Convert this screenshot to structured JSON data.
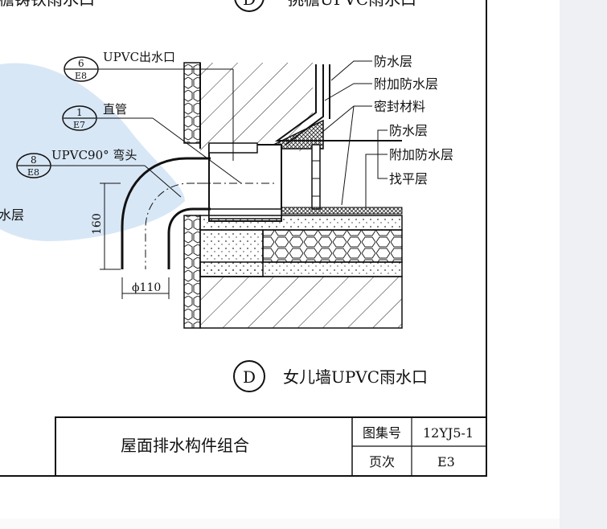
{
  "top": {
    "left_caption_fragment": "檐铸铁雨水口",
    "right_caption_letter": "D",
    "right_caption_fragment": "挑檐UPVC雨水口"
  },
  "refs": {
    "outlet": {
      "num": "6",
      "sheet": "E8",
      "text": "UPVC出水口"
    },
    "pipe": {
      "num": "1",
      "sheet": "E7",
      "text": "直管"
    },
    "elbow": {
      "num": "8",
      "sheet": "E8",
      "text": "UPVC90° 弯头"
    }
  },
  "callouts": {
    "waterproof": "防水层",
    "extra_waterproof": "附加防水层",
    "sealant": "密封材料",
    "waterproof_2": "防水层",
    "extra_waterproof_2": "附加防水层",
    "screed": "找平层",
    "left_fragment": "水层"
  },
  "dims": {
    "height": "160",
    "diameter": "ϕ110"
  },
  "detail": {
    "letter": "D",
    "title": "女儿墙UPVC雨水口"
  },
  "title_block": {
    "drawing_title": "屋面排水构件组合",
    "atlas_label": "图集号",
    "atlas_value": "12YJ5-1",
    "page_label": "页次",
    "page_value": "E3"
  },
  "colors": {
    "line": "#111111",
    "watermark": "#a9c9ec"
  }
}
